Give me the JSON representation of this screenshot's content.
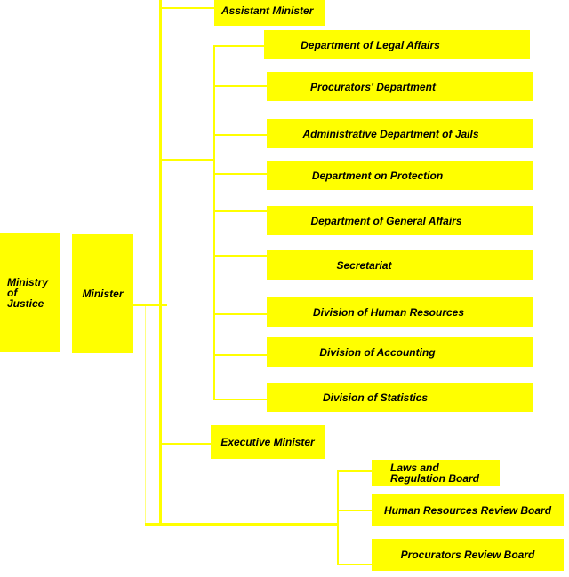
{
  "colors": {
    "box": "#ffff00",
    "line": "#ffff00",
    "text": "#000000"
  },
  "nodes": {
    "ministry": "Ministry of Justice",
    "minister": "Minister",
    "assistant_minister": "Assistant Minister",
    "departments": [
      "Department of Legal Affairs",
      "Procurators' Department",
      "Administrative Department of Jails",
      "Department on Protection",
      "Department of General Affairs",
      "Secretariat",
      "Division of Human Resources",
      "Division of Accounting",
      "Division of Statistics"
    ],
    "executive_minister": "Executive Minister",
    "boards": [
      "Laws and Regulation Board",
      "Human Resources Review Board",
      "Procurators Review Board"
    ]
  }
}
